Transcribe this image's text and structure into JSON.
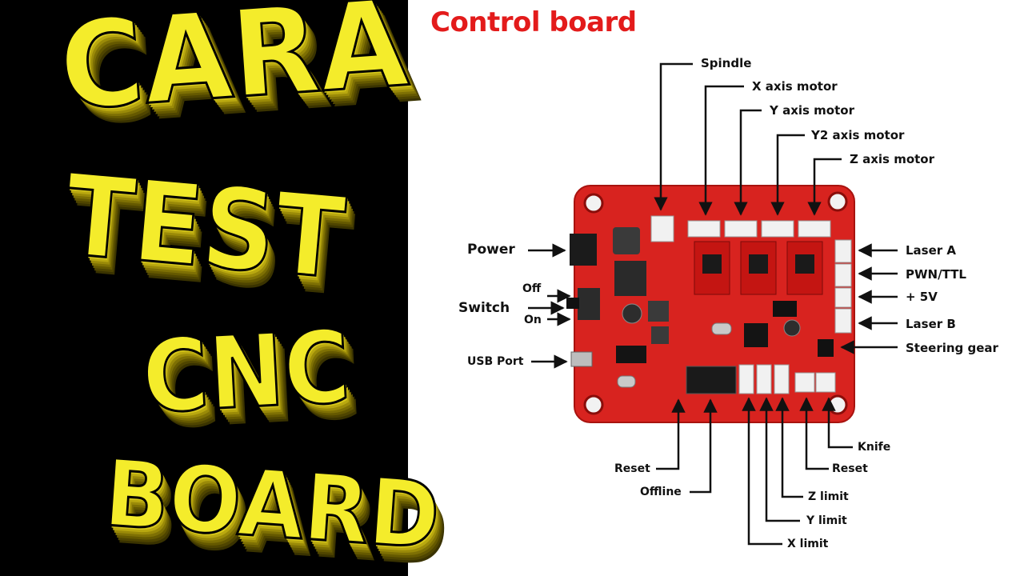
{
  "thumbnail": {
    "words": [
      "CARA",
      "TEST",
      "CNC",
      "BOARD"
    ]
  },
  "diagram": {
    "title": "Control board",
    "labels": {
      "spindle": "Spindle",
      "x_axis_motor": "X axis motor",
      "y_axis_motor": "Y axis motor",
      "y2_axis_motor": "Y2 axis motor",
      "z_axis_motor": "Z axis motor",
      "power": "Power",
      "off": "Off",
      "switch": "Switch",
      "on": "On",
      "usb_port": "USB Port",
      "laser_a": "Laser A",
      "pwn_ttl": "PWN/TTL",
      "plus_5v": "+ 5V",
      "laser_b": "Laser B",
      "steering_gear": "Steering gear",
      "reset_left": "Reset",
      "offline": "Offline",
      "knife": "Knife",
      "reset_right": "Reset",
      "z_limit": "Z limit",
      "y_limit": "Y limit",
      "x_limit": "X limit"
    }
  },
  "colors": {
    "board_red": "#d8231f",
    "title_red": "#e31b1b",
    "word_yellow": "#f4ec2b"
  }
}
